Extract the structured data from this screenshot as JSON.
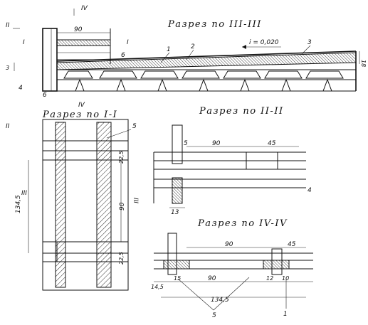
{
  "titles": {
    "section_3": "Разрез по III-III",
    "section_1": "Разрез по I-I",
    "section_2": "Разрез по II-II",
    "section_4": "Разрез по IV-IV"
  },
  "roman": {
    "I": "I",
    "II": "II",
    "III": "III",
    "IV": "IV"
  },
  "slope": "i = 0,020",
  "dims": {
    "d90": "90",
    "d45": "45",
    "d134_5": "134,5",
    "d22_5": "22,5",
    "d13": "13",
    "d15": "15",
    "d14_5": "14,5",
    "d12": "12",
    "d10": "10",
    "d18": "18",
    "d3": "3"
  },
  "callouts": {
    "n1": "1",
    "n2": "2",
    "n3": "3",
    "n4": "4",
    "n5": "5",
    "n6": "6"
  }
}
